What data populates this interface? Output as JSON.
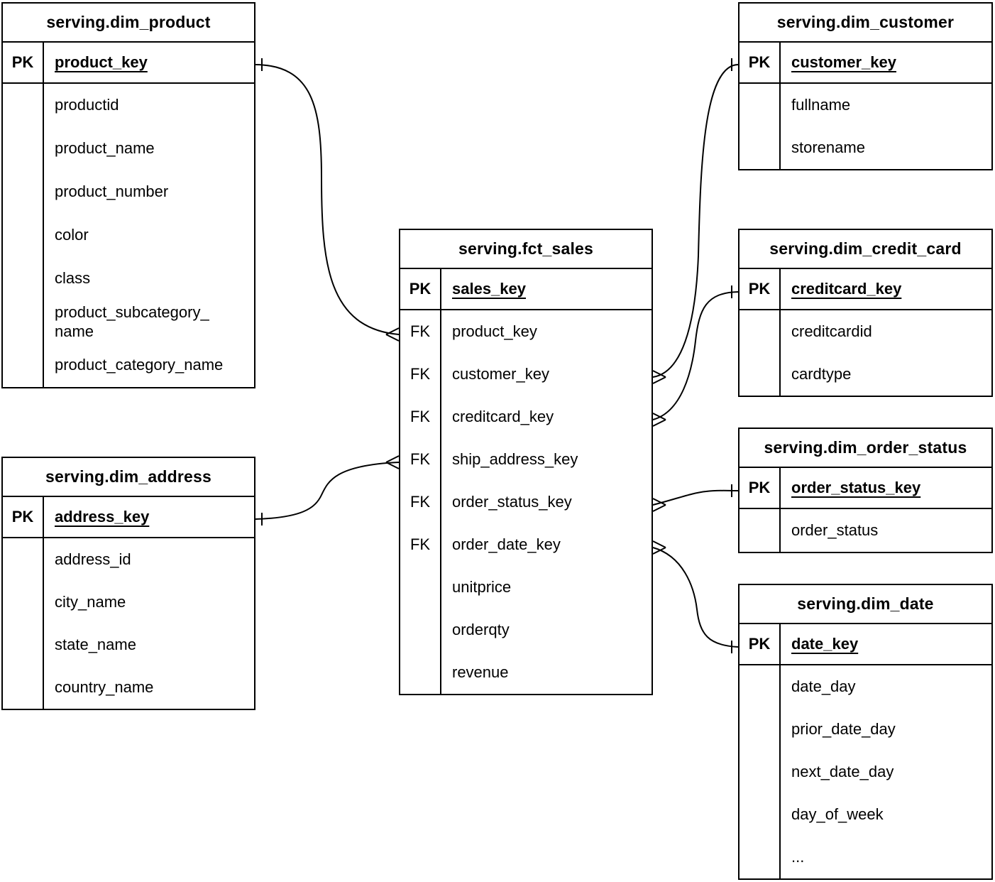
{
  "diagram": {
    "tables": [
      {
        "id": "dim_product",
        "title": "serving.dim_product",
        "pk_label": "PK",
        "primary_key": "product_key",
        "fields": [
          {
            "key": "",
            "name": "productid"
          },
          {
            "key": "",
            "name": "product_name"
          },
          {
            "key": "",
            "name": "product_number"
          },
          {
            "key": "",
            "name": "color"
          },
          {
            "key": "",
            "name": "class"
          },
          {
            "key": "",
            "name": "product_subcategory_\nname"
          },
          {
            "key": "",
            "name": "product_category_name"
          }
        ]
      },
      {
        "id": "dim_address",
        "title": "serving.dim_address",
        "pk_label": "PK",
        "primary_key": "address_key",
        "fields": [
          {
            "key": "",
            "name": "address_id"
          },
          {
            "key": "",
            "name": "city_name"
          },
          {
            "key": "",
            "name": "state_name"
          },
          {
            "key": "",
            "name": "country_name"
          }
        ]
      },
      {
        "id": "fct_sales",
        "title": "serving.fct_sales",
        "pk_label": "PK",
        "primary_key": "sales_key",
        "fields": [
          {
            "key": "FK",
            "name": "product_key"
          },
          {
            "key": "FK",
            "name": "customer_key"
          },
          {
            "key": "FK",
            "name": "creditcard_key"
          },
          {
            "key": "FK",
            "name": "ship_address_key"
          },
          {
            "key": "FK",
            "name": "order_status_key"
          },
          {
            "key": "FK",
            "name": "order_date_key"
          },
          {
            "key": "",
            "name": "unitprice"
          },
          {
            "key": "",
            "name": "orderqty"
          },
          {
            "key": "",
            "name": "revenue"
          }
        ]
      },
      {
        "id": "dim_customer",
        "title": "serving.dim_customer",
        "pk_label": "PK",
        "primary_key": "customer_key",
        "fields": [
          {
            "key": "",
            "name": "fullname"
          },
          {
            "key": "",
            "name": "storename"
          }
        ]
      },
      {
        "id": "dim_credit_card",
        "title": "serving.dim_credit_card",
        "pk_label": "PK",
        "primary_key": "creditcard_key",
        "fields": [
          {
            "key": "",
            "name": "creditcardid"
          },
          {
            "key": "",
            "name": "cardtype"
          }
        ]
      },
      {
        "id": "dim_order_status",
        "title": "serving.dim_order_status",
        "pk_label": "PK",
        "primary_key": "order_status_key",
        "fields": [
          {
            "key": "",
            "name": "order_status"
          }
        ]
      },
      {
        "id": "dim_date",
        "title": "serving.dim_date",
        "pk_label": "PK",
        "primary_key": "date_key",
        "fields": [
          {
            "key": "",
            "name": "date_day"
          },
          {
            "key": "",
            "name": "prior_date_day"
          },
          {
            "key": "",
            "name": "next_date_day"
          },
          {
            "key": "",
            "name": "day_of_week"
          },
          {
            "key": "",
            "name": "..."
          }
        ]
      }
    ],
    "relationships": [
      {
        "from_table": "fct_sales",
        "from_field": "product_key",
        "to_table": "dim_product",
        "to_field": "product_key",
        "from_cardinality": "many",
        "to_cardinality": "one"
      },
      {
        "from_table": "fct_sales",
        "from_field": "ship_address_key",
        "to_table": "dim_address",
        "to_field": "address_key",
        "from_cardinality": "many",
        "to_cardinality": "one"
      },
      {
        "from_table": "fct_sales",
        "from_field": "customer_key",
        "to_table": "dim_customer",
        "to_field": "customer_key",
        "from_cardinality": "many",
        "to_cardinality": "one"
      },
      {
        "from_table": "fct_sales",
        "from_field": "creditcard_key",
        "to_table": "dim_credit_card",
        "to_field": "creditcard_key",
        "from_cardinality": "many",
        "to_cardinality": "one"
      },
      {
        "from_table": "fct_sales",
        "from_field": "order_status_key",
        "to_table": "dim_order_status",
        "to_field": "order_status_key",
        "from_cardinality": "many",
        "to_cardinality": "one"
      },
      {
        "from_table": "fct_sales",
        "from_field": "order_date_key",
        "to_table": "dim_date",
        "to_field": "date_key",
        "from_cardinality": "many",
        "to_cardinality": "one"
      }
    ]
  }
}
